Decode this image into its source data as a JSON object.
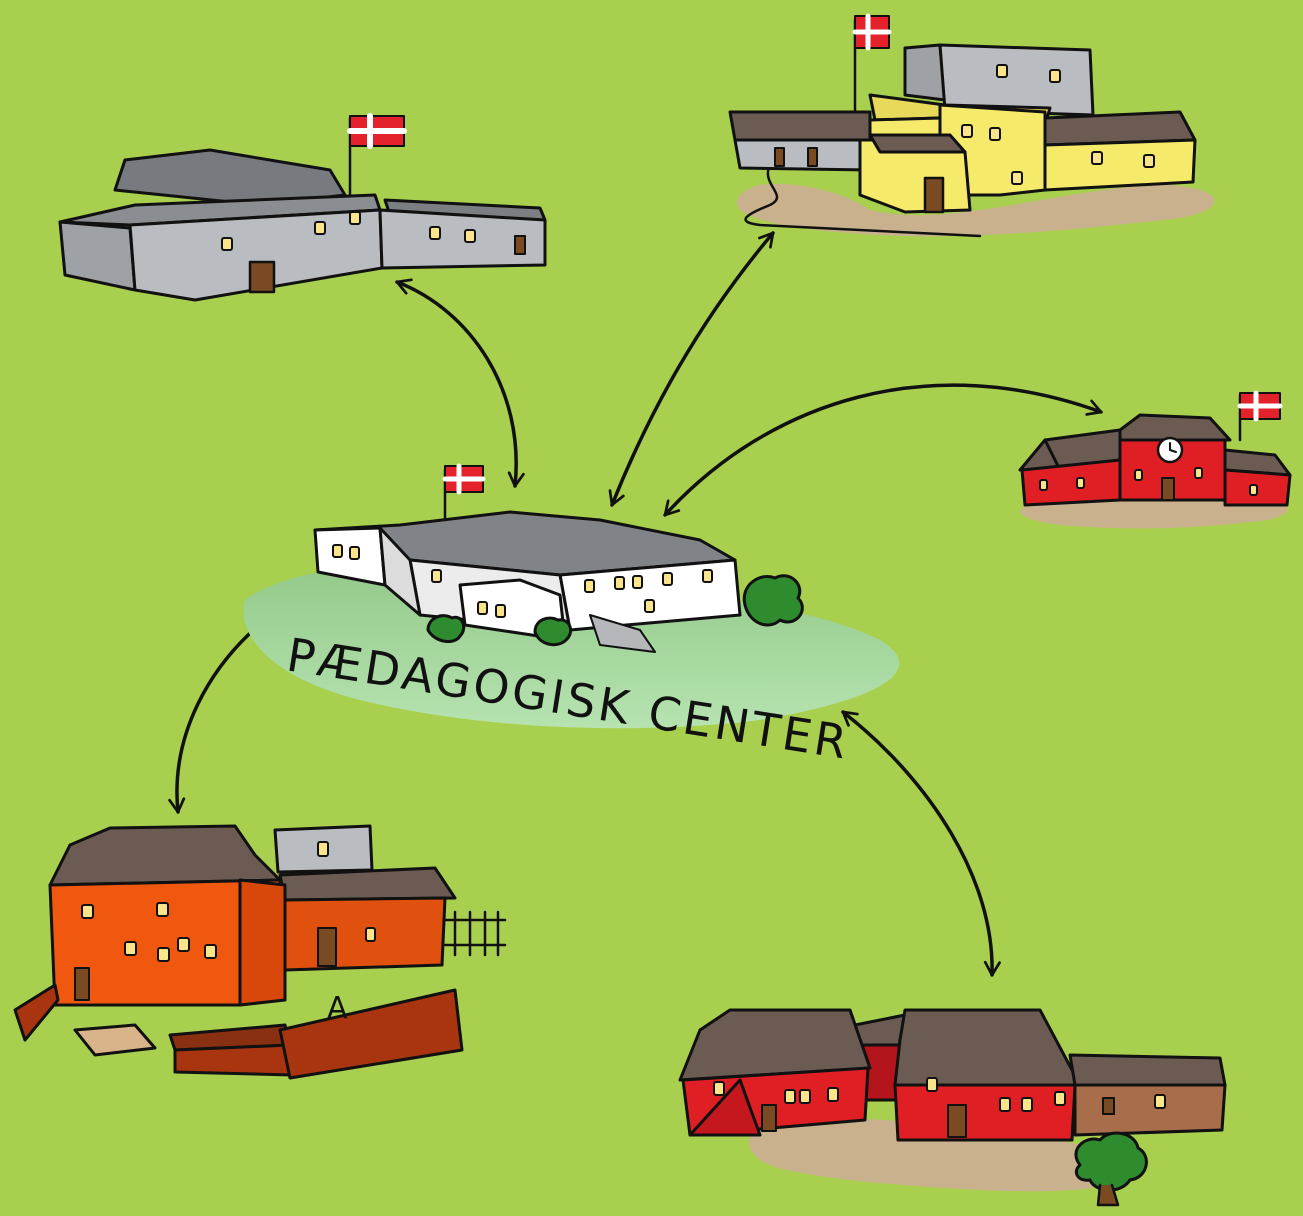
{
  "center": {
    "label": "PÆDAGOGISK CENTER"
  },
  "schools": [
    {
      "id": "school-grey",
      "description_icon": "grey-school-building-icon"
    },
    {
      "id": "school-yellow",
      "description_icon": "yellow-school-building-icon"
    },
    {
      "id": "school-red-clock",
      "description_icon": "red-school-with-clock-icon"
    },
    {
      "id": "school-orange",
      "description_icon": "orange-school-building-icon",
      "marker": "A"
    },
    {
      "id": "school-red-barns",
      "description_icon": "red-barn-school-icon"
    }
  ],
  "colors": {
    "background": "#a8d04e",
    "center_hill": "#9fd694",
    "grey_building": "#b9bcc1",
    "yellow_building": "#f5ea6a",
    "red_building": "#e01f25",
    "orange_building": "#f0570f",
    "roof_dark": "#6b5b52",
    "flag_red": "#e3222b",
    "window_yellow": "#fbe58a",
    "ground_tan": "#c9b18e"
  }
}
